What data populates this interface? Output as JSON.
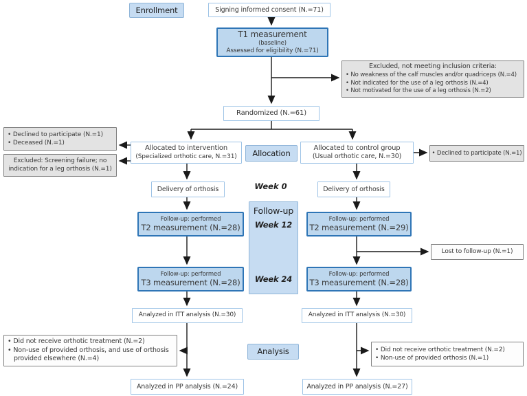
{
  "colors": {
    "phase_fill": "#c6dcf2",
    "phase_border": "#8eb4d8",
    "measure_fill": "#bdd7ee",
    "measure_border": "#2e75b6",
    "light_blue_border": "#9dc3e6",
    "gray_fill": "#e3e3e3",
    "gray_border": "#7f7f7f",
    "arrow": "#1a1a1a"
  },
  "phase_labels": {
    "enrollment": "Enrollment",
    "allocation": "Allocation",
    "followup": "Follow-up",
    "analysis": "Analysis"
  },
  "weeks": {
    "w0": "Week 0",
    "w12": "Week 12",
    "w24": "Week 24"
  },
  "flow": {
    "consent": "Signing informed consent (N.=71)",
    "t1": {
      "line1": "T1 measurement",
      "line2": "(baseline)",
      "line3": "Assessed for eligibility (N.=71)"
    },
    "excluded_top": {
      "title": "Excluded, not meeting inclusion criteria:",
      "items": [
        "• No weakness of the calf muscles and/or quadriceps (N.=4)",
        "• Not indicated for the use of a leg orthosis (N.=4)",
        "• Not motivated for the use of a leg orthosis (N.=2)"
      ]
    },
    "randomized": "Randomized (N.=61)",
    "left_dropout1": {
      "items": [
        "• Declined to participate (N.=1)",
        "• Deceased (N.=1)"
      ]
    },
    "left_dropout2": "Excluded: Screening failure; no indication for a leg orthosis (N.=1)",
    "intervention": {
      "line1": "Allocated to intervention",
      "line2": "(Specialized orthotic care, N.=31)"
    },
    "control": {
      "line1": "Allocated to control group",
      "line2": "(Usual orthotic care, N.=30)"
    },
    "right_dropout1": "• Declined to participate (N.=1)",
    "delivery_left": "Delivery of orthosis",
    "delivery_right": "Delivery of orthosis",
    "t2_left": {
      "line1": "Follow-up: performed",
      "line2": "T2 measurement (N.=28)"
    },
    "t2_right": {
      "line1": "Follow-up: performed",
      "line2": "T2 measurement (N.=29)"
    },
    "lost_followup": "Lost to follow-up (N.=1)",
    "t3_left": {
      "line1": "Follow-up: performed",
      "line2": "T3 measurement (N.=28)"
    },
    "t3_right": {
      "line1": "Follow-up: performed",
      "line2": "T3 measurement (N.=28)"
    },
    "itt_left": "Analyzed in ITT analysis (N.=30)",
    "itt_right": "Analyzed in ITT analysis (N.=30)",
    "analysis_dropout_left": {
      "items": [
        "• Did not receive orthotic treatment (N.=2)",
        "• Non-use of provided orthosis, and use of orthosis provided elsewhere (N.=4)"
      ]
    },
    "analysis_dropout_right": {
      "items": [
        "• Did not receive orthotic treatment (N.=2)",
        "• Non-use of provided orthosis (N.=1)"
      ]
    },
    "pp_left": "Analyzed in PP analysis (N.=24)",
    "pp_right": "Analyzed in PP analysis (N.=27)"
  }
}
